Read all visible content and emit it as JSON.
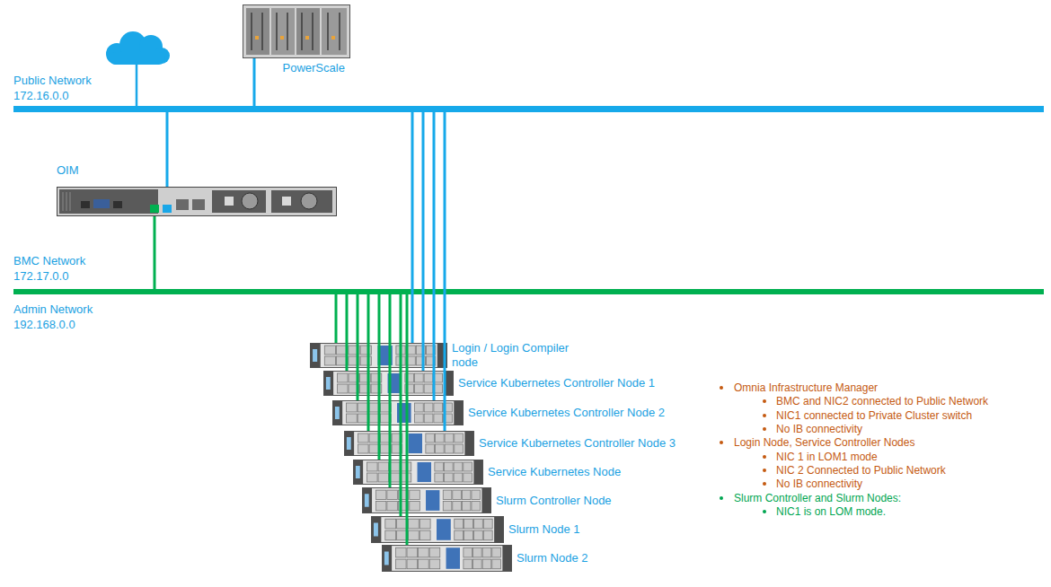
{
  "diagram": {
    "nodes": [
      {
        "text": [
          "Public Network",
          "172.16.0.0"
        ]
      },
      {
        "text": [
          "PowerScale"
        ]
      },
      {
        "text": [
          "OIM"
        ]
      },
      {
        "text": [
          "BMC Network",
          "172.17.0.0",
          "Admin Network",
          "192.168.0.0"
        ]
      },
      {
        "text": [
          "Login / Login Compiler node"
        ]
      },
      {
        "text": [
          "Service Kubernetes Controller Node 1"
        ]
      },
      {
        "text": [
          "Service Kubernetes Controller Node 2"
        ]
      },
      {
        "text": [
          "Service Kubernetes Controller Node 3"
        ]
      },
      {
        "text": [
          "Service Kubernetes Node"
        ]
      },
      {
        "text": [
          "Slurm Controller Node"
        ]
      },
      {
        "text": [
          "Slurm Node 1"
        ]
      },
      {
        "text": [
          "Slurm Node 2"
        ]
      }
    ],
    "edges": [
      {
        "from": 1,
        "to": 0,
        "arrow": "none"
      },
      {
        "from": 2,
        "to": 0,
        "arrow": "none"
      },
      {
        "from": 2,
        "to": 3,
        "arrow": "none"
      },
      {
        "from": 4,
        "to": 0,
        "arrow": "none"
      },
      {
        "from": 5,
        "to": 0,
        "arrow": "none"
      },
      {
        "from": 6,
        "to": 0,
        "arrow": "none"
      },
      {
        "from": 7,
        "to": 0,
        "arrow": "none"
      },
      {
        "from": 4,
        "to": 3,
        "arrow": "none"
      },
      {
        "from": 5,
        "to": 3,
        "arrow": "none"
      },
      {
        "from": 6,
        "to": 3,
        "arrow": "none"
      },
      {
        "from": 7,
        "to": 3,
        "arrow": "none"
      },
      {
        "from": 8,
        "to": 3,
        "arrow": "none"
      },
      {
        "from": 9,
        "to": 3,
        "arrow": "none"
      },
      {
        "from": 10,
        "to": 3,
        "arrow": "none"
      },
      {
        "from": 11,
        "to": 3,
        "arrow": "none"
      }
    ],
    "labels": [
      "Omnia Infrastructure Manager",
      "BMC and NIC2 connected to Public Network",
      "NIC1 connected to Private Cluster switch",
      "No IB connectivity",
      "Login Node, Service Controller Nodes",
      "NIC 1 in LOM1 mode",
      "NIC 2 Connected to Public Network",
      "No IB connectivity",
      "Slurm Controller and Slurm Nodes:",
      "NIC1 is on LOM mode."
    ]
  }
}
